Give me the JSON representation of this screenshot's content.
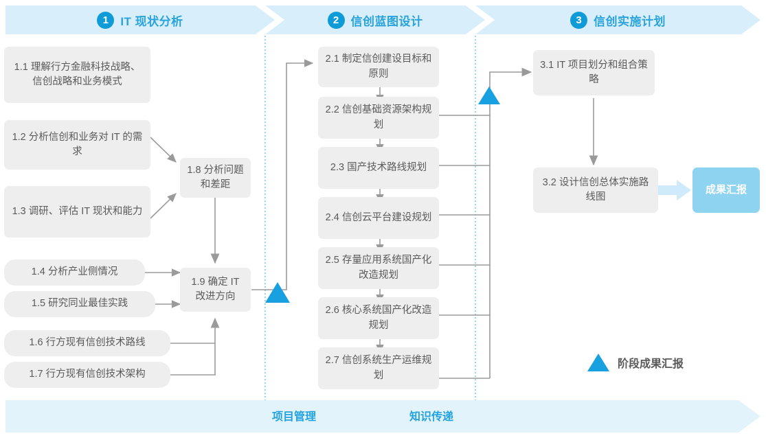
{
  "phases": [
    {
      "num": "1",
      "title": "IT 现状分析"
    },
    {
      "num": "2",
      "title": "信创蓝图设计"
    },
    {
      "num": "3",
      "title": "信创实施计划"
    }
  ],
  "phase1_boxes": [
    {
      "id": "1.1",
      "text": "1.1 理解行方金融科技战略、信创战略和业务模式"
    },
    {
      "id": "1.2",
      "text": "1.2 分析信创和业务对 IT 的需求"
    },
    {
      "id": "1.3",
      "text": "1.3 调研、评估 IT 现状和能力"
    },
    {
      "id": "1.4",
      "text": "1.4 分析产业侧情况"
    },
    {
      "id": "1.5",
      "text": "1.5 研究同业最佳实践"
    },
    {
      "id": "1.6",
      "text": "1.6 行方现有信创技术路线"
    },
    {
      "id": "1.7",
      "text": "1.7 行方现有信创技术架构"
    },
    {
      "id": "1.8",
      "text": "1.8 分析问题和差距"
    },
    {
      "id": "1.9",
      "text": "1.9 确定 IT 改进方向"
    }
  ],
  "phase2_boxes": [
    {
      "id": "2.1",
      "text": "2.1 制定信创建设目标和原则"
    },
    {
      "id": "2.2",
      "text": "2.2 信创基础资源架构规划"
    },
    {
      "id": "2.3",
      "text": "2.3 国产技术路线规划"
    },
    {
      "id": "2.4",
      "text": "2.4 信创云平台建设规划"
    },
    {
      "id": "2.5",
      "text": "2.5 存量应用系统国产化改造规划"
    },
    {
      "id": "2.6",
      "text": "2.6 核心系统国产化改造规划"
    },
    {
      "id": "2.7",
      "text": "2.7 信创系统生产运维规划"
    }
  ],
  "phase3_boxes": [
    {
      "id": "3.1",
      "text": "3.1 IT 项目划分和组合策略"
    },
    {
      "id": "3.2",
      "text": "3.2 设计信创总体实施路线图"
    }
  ],
  "result_badge": {
    "text": "成果汇报"
  },
  "legend": {
    "label": "阶段成果汇报",
    "icon": "triangle-milestone-icon"
  },
  "footer": {
    "labels": [
      "项目管理",
      "知识传递"
    ]
  },
  "colors": {
    "accent": "#29a3dc",
    "phase_band": "#d9eefb",
    "footer_band": "#e3f3fb",
    "box_fill": "#eeeeee",
    "box_text": "#5a5a5a",
    "badge_fill": "#8ed3f0",
    "milestone": "#18a0e0",
    "wire": "#9a9a9a",
    "divider": "#5ec7ea"
  }
}
